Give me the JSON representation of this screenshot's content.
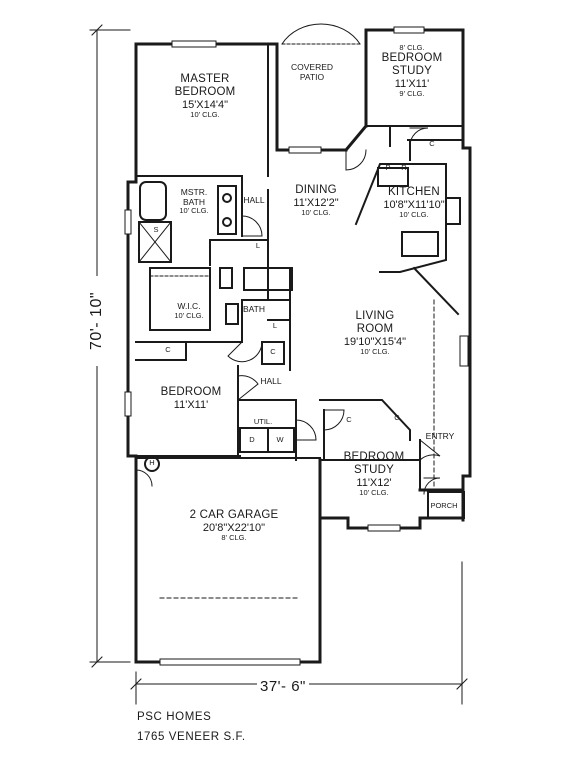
{
  "rooms": {
    "master_bedroom": {
      "name": "MASTER\nBEDROOM",
      "dims": "15'X14'4\"",
      "ceiling": "10' CLG."
    },
    "covered_patio": {
      "name": "COVERED\nPATIO"
    },
    "bedroom_study_top": {
      "ceiling_top": "8' CLG.",
      "name": "BEDROOM\nSTUDY",
      "dims": "11'X11'",
      "ceiling": "9' CLG."
    },
    "mstr_bath": {
      "name": "MSTR.\nBATH",
      "ceiling": "10' CLG."
    },
    "hall_upper": {
      "name": "HALL"
    },
    "dining": {
      "name": "DINING",
      "dims": "11'X12'2\"",
      "ceiling": "10' CLG."
    },
    "kitchen": {
      "name": "KITCHEN",
      "dims": "10'8\"X11'10\"",
      "ceiling": "10' CLG."
    },
    "wic": {
      "name": "W.I.C.",
      "ceiling": "10' CLG."
    },
    "bath": {
      "name": "BATH"
    },
    "living_room": {
      "name": "LIVING\nROOM",
      "dims": "19'10\"X15'4\"",
      "ceiling": "10' CLG."
    },
    "bedroom": {
      "name": "BEDROOM",
      "dims": "11'X11'"
    },
    "hall_lower": {
      "name": "HALL"
    },
    "util": {
      "name": "UTIL."
    },
    "entry": {
      "name": "ENTRY"
    },
    "bedroom_study_bottom": {
      "name": "BEDROOM\nSTUDY",
      "dims": "11'X12'",
      "ceiling": "10' CLG."
    },
    "garage": {
      "name": "2 CAR GARAGE",
      "dims": "20'8\"X22'10\"",
      "ceiling": "8' CLG."
    },
    "porch": {
      "name": "PORCH"
    }
  },
  "symbols": {
    "closet": "C",
    "linen": "L",
    "pantry": "P",
    "refrigerator": "R",
    "washer": "W",
    "dryer": "D",
    "shower": "S",
    "water_heater": "H"
  },
  "dimensions": {
    "overall_depth": "70'- 10\"",
    "overall_width": "37'- 6\""
  },
  "caption": {
    "builder": "PSC HOMES",
    "spec": "1765 VENEER S.F."
  }
}
